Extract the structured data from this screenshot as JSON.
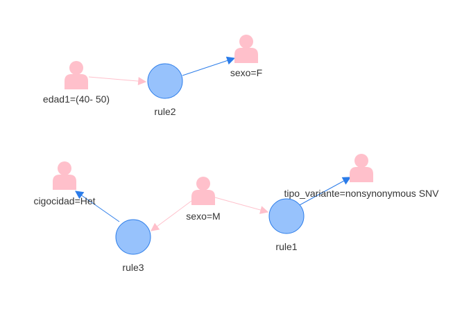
{
  "colors": {
    "item_node": "#FFC0CB",
    "rule_node": "#97C2FC",
    "rule_border": "#2B7CE9",
    "lhs_edge": "#FFC0CB",
    "rhs_edge": "#2B7CE9",
    "label_text": "#343434"
  },
  "nodes": {
    "edad1": {
      "label": "edad1=(40- 50)",
      "kind": "item",
      "icon": "user-icon"
    },
    "sexo_f": {
      "label": "sexo=F",
      "kind": "item",
      "icon": "user-icon"
    },
    "rule2": {
      "label": "rule2",
      "kind": "rule"
    },
    "cigocidad": {
      "label": "cigocidad=Het",
      "kind": "item",
      "icon": "user-icon"
    },
    "sexo_m": {
      "label": "sexo=M",
      "kind": "item",
      "icon": "user-icon"
    },
    "tipo_variante": {
      "label": "tipo_variante=nonsynonymous SNV",
      "kind": "item",
      "icon": "user-icon"
    },
    "rule1": {
      "label": "rule1",
      "kind": "rule"
    },
    "rule3": {
      "label": "rule3",
      "kind": "rule"
    }
  },
  "edges": [
    {
      "from": "edad1",
      "to": "rule2",
      "type": "antecedent"
    },
    {
      "from": "rule2",
      "to": "sexo_f",
      "type": "consequent"
    },
    {
      "from": "sexo_m",
      "to": "rule3",
      "type": "antecedent"
    },
    {
      "from": "rule3",
      "to": "cigocidad",
      "type": "consequent"
    },
    {
      "from": "sexo_m",
      "to": "rule1",
      "type": "antecedent"
    },
    {
      "from": "rule1",
      "to": "tipo_variante",
      "type": "consequent"
    }
  ]
}
